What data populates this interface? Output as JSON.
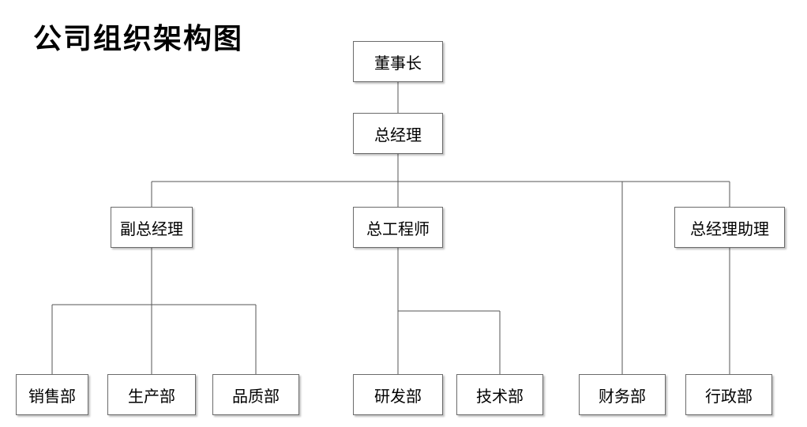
{
  "title": "公司组织架构图",
  "nodes": {
    "chairman": "董事长",
    "general_manager": "总经理",
    "deputy_gm": "副总经理",
    "chief_engineer": "总工程师",
    "gm_assistant": "总经理助理",
    "sales": "销售部",
    "production": "生产部",
    "quality": "品质部",
    "rnd": "研发部",
    "technology": "技术部",
    "finance": "财务部",
    "administration": "行政部"
  }
}
